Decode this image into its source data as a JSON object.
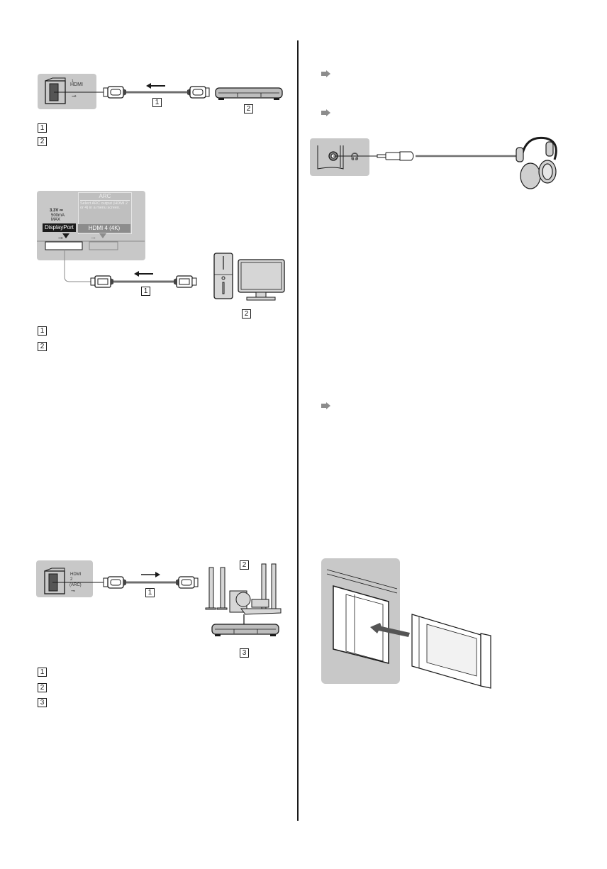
{
  "layout": {
    "columns": 2
  },
  "left_column": {
    "diagram_hdmi_recorder": {
      "port_label": "HDMI",
      "port_number": "1",
      "callouts": [
        "1",
        "2"
      ],
      "legend": [
        {
          "number": "1",
          "text": ""
        },
        {
          "number": "2",
          "text": ""
        }
      ]
    },
    "diagram_displayport_pc": {
      "port_spec_lines": [
        "3.3V ⎓",
        "500mA",
        "MAX"
      ],
      "displayport_label": "DisplayPort",
      "arc_title": "ARC",
      "arc_note": "Select ARC output (HDMI 2 or 4) in a menu screen.",
      "hdmi4_label": "HDMI 4 (4K)",
      "callouts": [
        "1",
        "2"
      ],
      "legend": [
        {
          "number": "1",
          "text": ""
        },
        {
          "number": "2",
          "text": ""
        }
      ]
    },
    "diagram_hdmi_arc_home_theater": {
      "port_label_lines": [
        "HDMI",
        "2",
        "(ARC)"
      ],
      "callouts": [
        "1",
        "2",
        "3"
      ],
      "legend": [
        {
          "number": "1",
          "text": ""
        },
        {
          "number": "2",
          "text": ""
        },
        {
          "number": "3",
          "text": ""
        }
      ]
    }
  },
  "right_column": {
    "reference_arrows": [
      {
        "icon": "arrow-right-icon",
        "text": ""
      },
      {
        "icon": "arrow-right-icon",
        "text": ""
      },
      {
        "icon": "arrow-right-icon",
        "text": ""
      }
    ],
    "diagram_headphones": {
      "device": "headphones"
    },
    "diagram_ci_module": {
      "device": "ci-module-card"
    }
  },
  "colors": {
    "panel_gray": "#c8c8c8",
    "line_dark": "#1a1a1a",
    "cable_gray": "#6e6e6e",
    "arrow_gray": "#8c8c8c"
  }
}
